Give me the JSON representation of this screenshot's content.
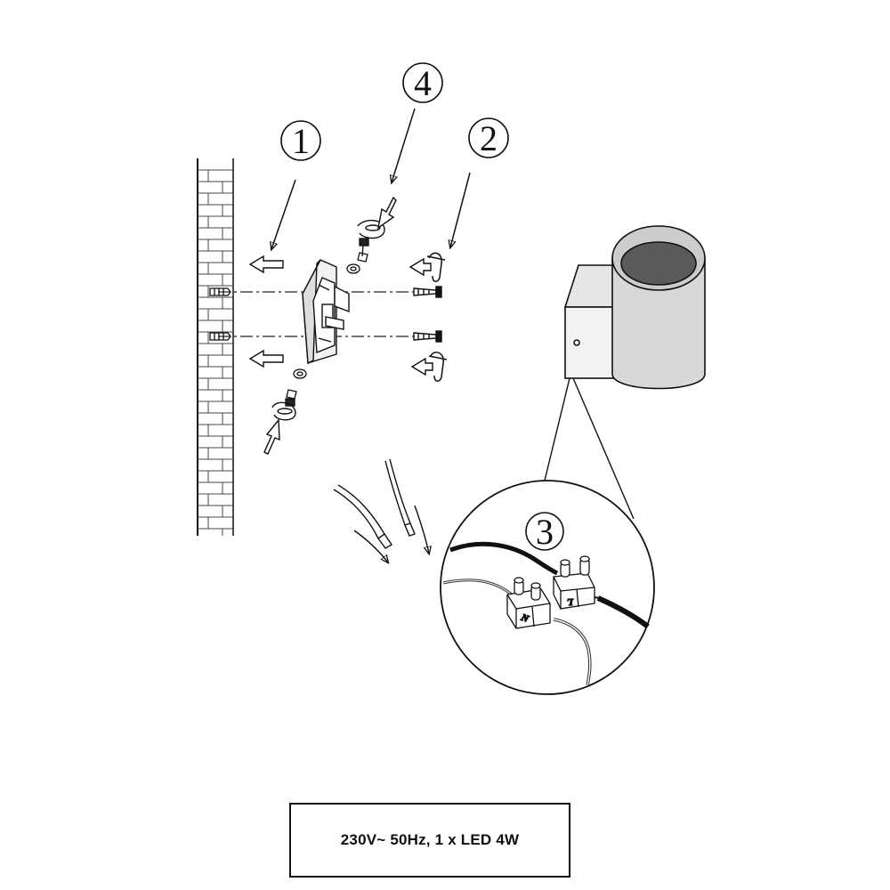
{
  "callouts": [
    {
      "number": "1"
    },
    {
      "number": "2"
    },
    {
      "number": "3"
    },
    {
      "number": "4"
    }
  ],
  "terminal_labels": {
    "neutral": "N",
    "live": "L"
  },
  "spec": {
    "text": "230V~ 50Hz, 1 x LED 4W"
  },
  "colors": {
    "line": "#111111",
    "background": "#ffffff",
    "lamp_shade": "#cfcfcf"
  }
}
